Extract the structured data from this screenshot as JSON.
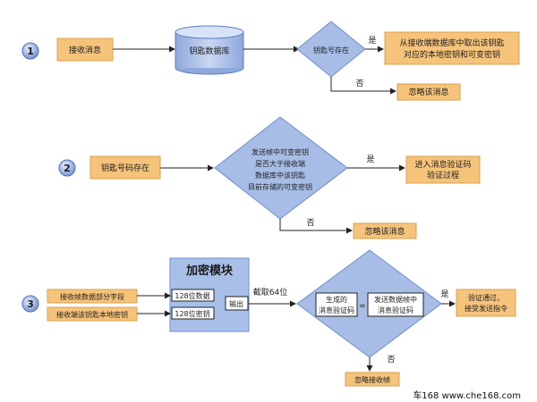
{
  "colors": {
    "orange": "#f5c37a",
    "blue": "#a7bde6",
    "blue_dark": "#6f8fcf",
    "line": "#222222",
    "panel": "#a8c0e8"
  },
  "step_numbers": [
    "1",
    "2",
    "3"
  ],
  "flow1": {
    "start": "接收消息",
    "db": "钥匙数据库",
    "decision": "钥匙号存在",
    "yes_label": "是",
    "yes_result_line1": "从接收端数据库中取出该钥匙",
    "yes_result_line2": "对应的本地密钥和可变密钥",
    "no_label": "否",
    "no_result": "忽略该消息"
  },
  "flow2": {
    "start": "钥匙号码存在",
    "decision_line1": "发送帧中可变密钥",
    "decision_line2": "是否大于接收端",
    "decision_line3": "数据库中该钥匙",
    "decision_line4": "目前存储的可变密钥",
    "yes_label": "是",
    "yes_result_line1": "进入消息验证码",
    "yes_result_line2": "验证过程",
    "no_label": "否",
    "no_result": "忽略该消息"
  },
  "flow3": {
    "input1": "接收帧数据部分字段",
    "input2": "接收端该钥匙本地密钥",
    "module_title": "加密模块",
    "port1": "128位数据",
    "port2": "128位密钥",
    "output": "输出",
    "truncate_label": "截取64位",
    "decision_left_line1": "生成的",
    "decision_left_line2": "消息验证码",
    "equals": "=",
    "decision_right_line1": "发送数据帧中",
    "decision_right_line2": "消息验证码",
    "yes_label": "是",
    "yes_result_line1": "验证通过，",
    "yes_result_line2": "接受发送指令",
    "no_label": "否",
    "no_result": "忽略接收帧"
  },
  "footer": "车168 www.che168.com"
}
